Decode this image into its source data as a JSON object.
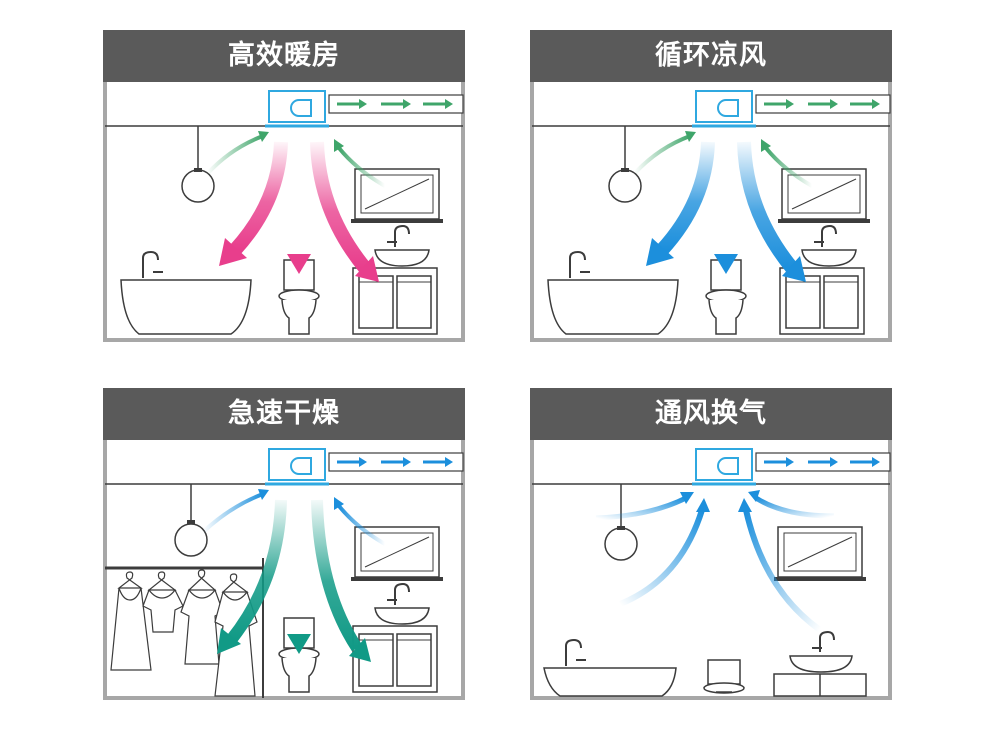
{
  "panels": [
    {
      "key": "heating",
      "title": "高效暖房",
      "flow": "warm",
      "icon": "hot-air-arrows"
    },
    {
      "key": "cooling",
      "title": "循环凉风",
      "flow": "cool",
      "icon": "cool-air-arrows"
    },
    {
      "key": "drying",
      "title": "急速干燥",
      "flow": "dry",
      "icon": "dry-air-arrows"
    },
    {
      "key": "ventilation",
      "title": "通风换气",
      "flow": "vent",
      "icon": "ventilation-arrows"
    }
  ],
  "colors": {
    "header": "#5a5a5a",
    "header_text": "#ffffff",
    "frame": "#a7a7a7",
    "line": "#3c3c3c",
    "device": "#2fa8e0",
    "intake_green": "#3fa56a",
    "hot_pink": "#e83e8c",
    "cool_blue": "#1c8fdc",
    "dry_teal": "#119a86"
  }
}
